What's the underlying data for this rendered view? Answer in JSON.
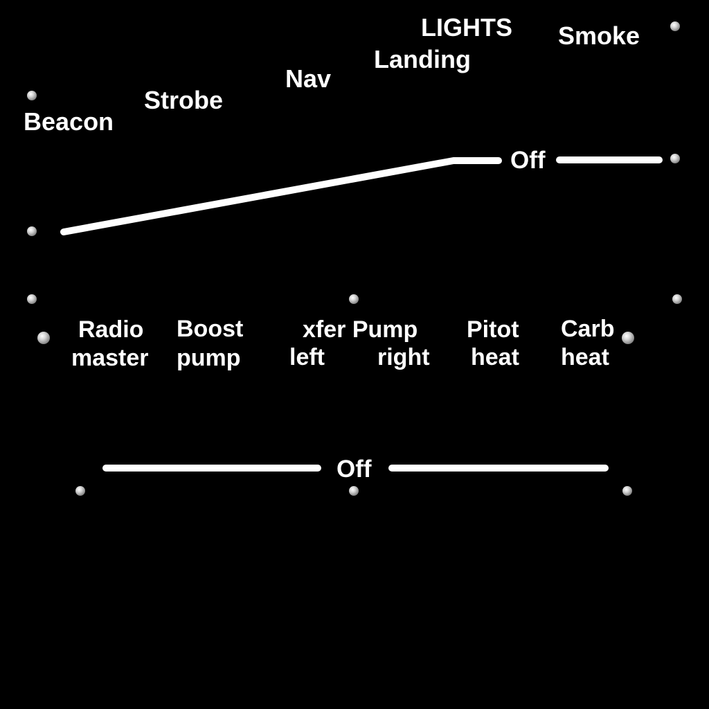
{
  "lights_section": {
    "title": "LIGHTS",
    "switches": {
      "beacon": "Beacon",
      "strobe": "Strobe",
      "nav": "Nav",
      "landing": "Landing",
      "smoke": "Smoke"
    },
    "off_label": "Off"
  },
  "systems_section": {
    "radio_master": {
      "line1": "Radio",
      "line2": "master"
    },
    "boost_pump": {
      "line1": "Boost",
      "line2": "pump"
    },
    "xfer_pump": {
      "line1": "xfer Pump",
      "left": "left",
      "right": "right"
    },
    "pitot_heat": {
      "line1": "Pitot",
      "line2": "heat"
    },
    "carb_heat": {
      "line1": "Carb",
      "line2": "heat"
    },
    "off_label": "Off"
  },
  "colors": {
    "background": "#000000",
    "text": "#ffffff",
    "guide_line": "#ffffff",
    "screw": "#c8c8c8"
  }
}
